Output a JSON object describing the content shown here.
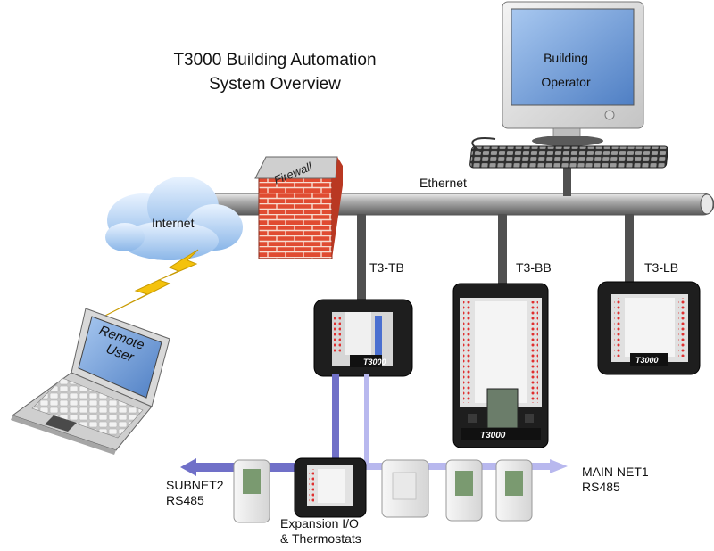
{
  "title": {
    "line1": "T3000 Building Automation",
    "line2": "System Overview"
  },
  "labels": {
    "ethernet": "Ethernet",
    "internet": "Internet",
    "firewall": "Firewall",
    "remote_user_line1": "Remote",
    "remote_user_line2": "User",
    "operator_line1": "Building",
    "operator_line2": "Operator",
    "t3_tb": "T3-TB",
    "t3_bb": "T3-BB",
    "t3_lb": "T3-LB",
    "subnet2_line1": "SUBNET2",
    "subnet2_line2": "RS485",
    "mainnet_line1": "MAIN NET1",
    "mainnet_line2": "RS485",
    "expansion_line1": "Expansion I/O",
    "expansion_line2": "& Thermostats"
  },
  "device_branding": {
    "logo": "T3000"
  },
  "colors": {
    "ethernet_pipe": "#9c9c9c",
    "cable_dark": "#3a3a3a",
    "bus_purple": "#7070c8",
    "bus_light": "#b8b8ee",
    "cloud": "#aecdf2",
    "brick": "#d8402a",
    "screen_blue": "#7fa8dc",
    "lightning": "#f4c20d"
  }
}
